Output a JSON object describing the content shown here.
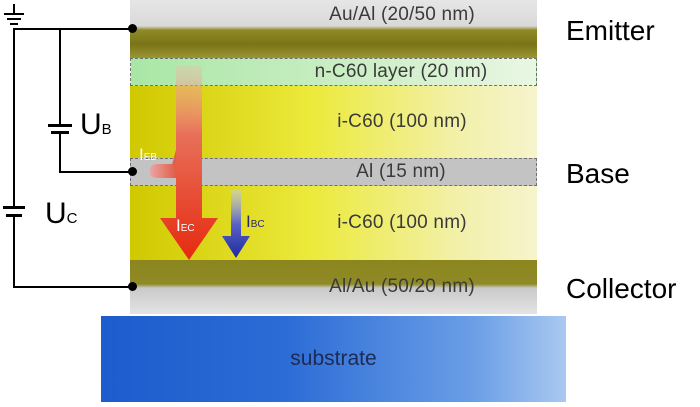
{
  "layers": {
    "emitter_contact": "Au/Al (20/50 nm)",
    "n_c60": "n-C60 layer (20 nm)",
    "i_c60_top": "i-C60 (100 nm)",
    "al_base": "Al (15 nm)",
    "i_c60_bottom": "i-C60 (100 nm)",
    "collector_contact": "Al/Au (50/20 nm)",
    "substrate": "substrate"
  },
  "terminals": {
    "emitter": "Emitter",
    "base": "Base",
    "collector": "Collector"
  },
  "circuit": {
    "ub_main": "U",
    "ub_sub": "B",
    "uc_main": "U",
    "uc_sub": "C"
  },
  "currents": {
    "ieb_main": "I",
    "ieb_sub": "EB",
    "iec_main": "I",
    "iec_sub": "EC",
    "ibc_main": "I",
    "ibc_sub": "BC"
  },
  "colors": {
    "organic_yellow": "#ecea3c",
    "n_c60_green": "#b8ecb0",
    "aluminum_gray": "#c3c3c3",
    "gold_olive": "#8f8a26",
    "substrate_blue": "#2c6cd6",
    "iec_arrow": "#e63a1a",
    "ibc_arrow": "#1e2aa0"
  }
}
